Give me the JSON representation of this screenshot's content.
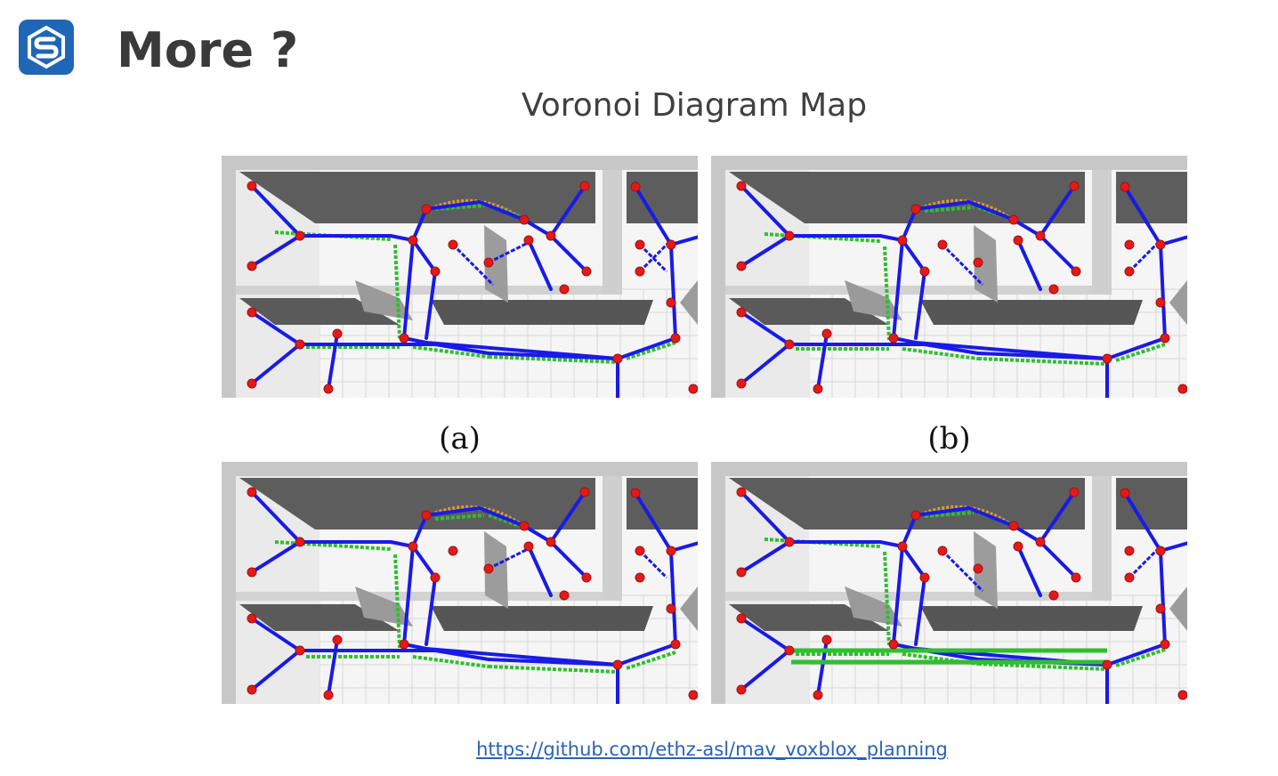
{
  "slide": {
    "title": "More ?",
    "subtitle": "Voronoi Diagram Map",
    "logo_icon": "s-logo-icon",
    "link": "https://github.com/ethz-asl/mav_voxblox_planning"
  },
  "figure": {
    "panels": [
      {
        "id": "a",
        "caption": "(a)"
      },
      {
        "id": "b",
        "caption": "(b)"
      },
      {
        "id": "c",
        "caption": ""
      },
      {
        "id": "d",
        "caption": ""
      }
    ]
  },
  "colors": {
    "title": "#3a3a3a",
    "logo": "#1f67b6",
    "link": "#2b62b8",
    "edge_blue": "#1a1ae6",
    "edge_green": "#2fbf2f",
    "node_red": "#e21a1a",
    "wall": "#5d5d5d",
    "floor": "#f5f5f5"
  }
}
